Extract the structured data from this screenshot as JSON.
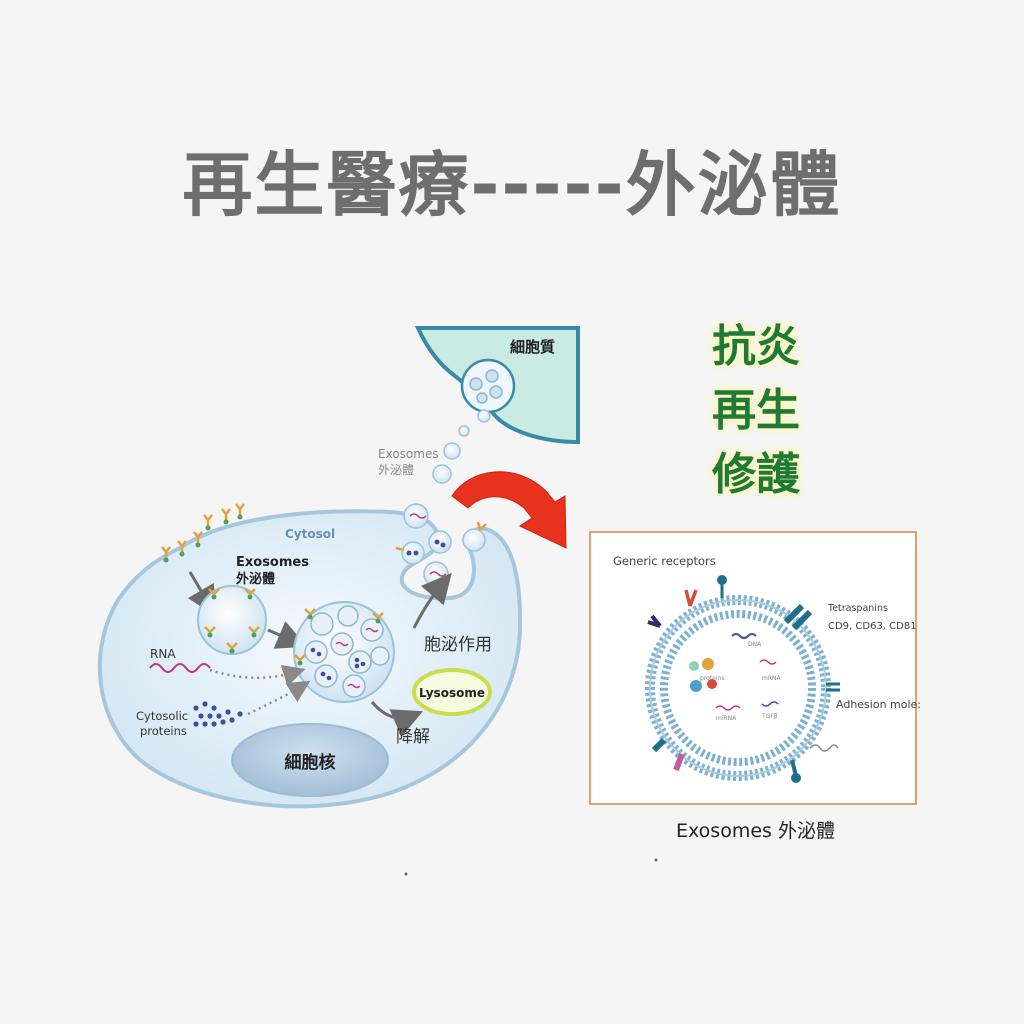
{
  "title": "再生醫療-----外泌體",
  "benefits": [
    "抗炎",
    "再生",
    "修護"
  ],
  "cell_diagram": {
    "cytosol_label": "Cytosol",
    "cytoplasm_label": "細胞質",
    "exosomes_top_label_en": "Exosomes",
    "exosomes_top_label_zh": "外泌體",
    "exosomes_inner_label_en": "Exosomes",
    "exosomes_inner_label_zh": "外泌體",
    "rna_label": "RNA",
    "cytosolic_proteins_label_line1": "Cytosolic",
    "cytosolic_proteins_label_line2": "proteins",
    "exocytosis_label": "胞泌作用",
    "lysosome_label": "Lysosome",
    "degradation_label": "降解",
    "nucleus_label": "細胞核"
  },
  "exosome_structure": {
    "generic_receptors_label": "Generic receptors",
    "tetraspanins_label": "Tetraspanins",
    "tetraspanins_markers": "CD9, CD63, CD81",
    "adhesion_label": "Adhesion mole:",
    "inner_labels": [
      "DNA",
      "proteins",
      "mRNA",
      "miRNA",
      "TGFβ"
    ],
    "caption": "Exosomes 外泌體"
  },
  "colors": {
    "title": "#6e6e6e",
    "benefit_text": "#1f7a3a",
    "benefit_glow": "#fff7b0",
    "cell_fill": "#dcecf6",
    "cell_stroke": "#8fb6d3",
    "arrow_red": "#e8321e",
    "frame_border": "#e0a070"
  }
}
